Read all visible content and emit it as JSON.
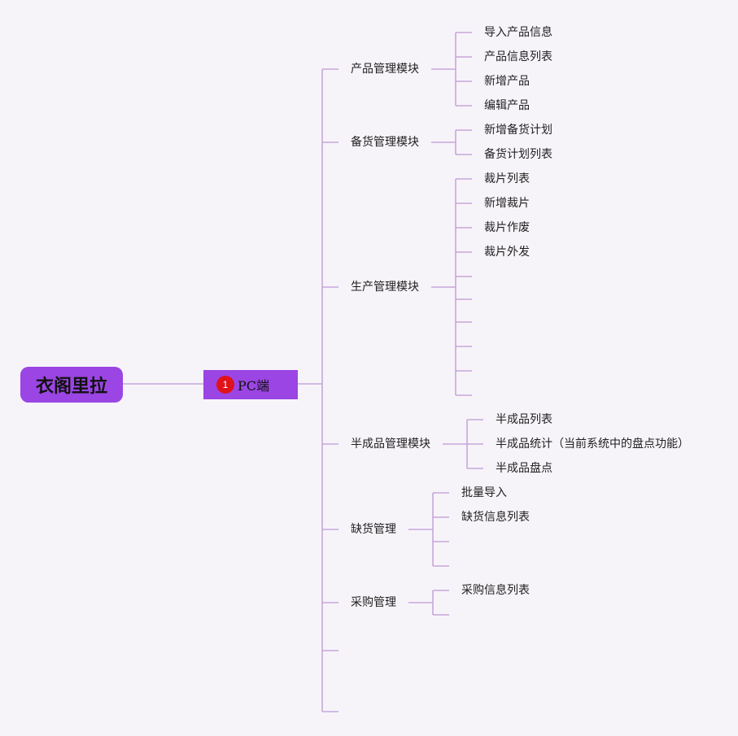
{
  "root": {
    "label": "衣阁里拉"
  },
  "pc": {
    "label": "PC端",
    "badge": "1"
  },
  "modules": [
    {
      "label": "产品管理模块",
      "children": [
        "导入产品信息",
        "产品信息列表",
        "新增产品",
        "编辑产品"
      ]
    },
    {
      "label": "备货管理模块",
      "children": [
        "新增备货计划",
        "备货计划列表"
      ]
    },
    {
      "label": "生产管理模块",
      "children": [
        "裁片列表",
        "新增裁片",
        "裁片作废",
        "裁片外发",
        "",
        "",
        "",
        "",
        "",
        "",
        ""
      ]
    },
    {
      "label": "半成品管理模块",
      "children": [
        "半成品列表",
        "半成品统计（当前系统中的盘点功能）",
        "半成品盘点"
      ]
    },
    {
      "label": "缺货管理",
      "children": [
        "批量导入",
        "缺货信息列表",
        "",
        ""
      ]
    },
    {
      "label": "采购管理",
      "children": [
        "采购信息列表",
        ""
      ]
    },
    {
      "label": "",
      "children": []
    },
    {
      "label": "",
      "children": []
    }
  ],
  "colors": {
    "accent": "#9b45e4",
    "connector": "#c6a6da",
    "badge": "#e0121a",
    "background": "#f7f4f9"
  }
}
